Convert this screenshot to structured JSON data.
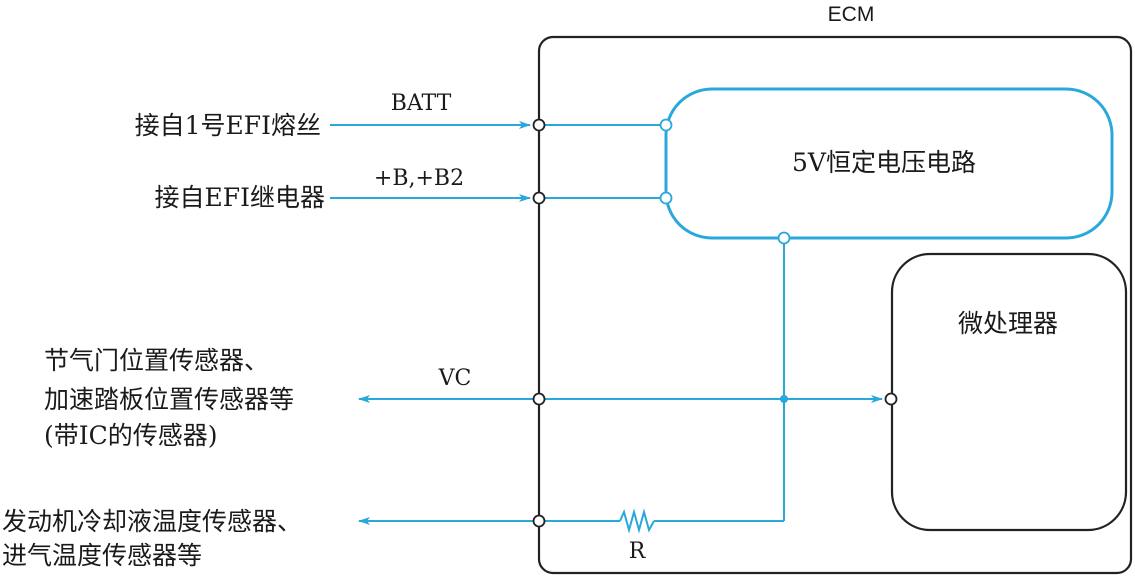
{
  "ecm": {
    "title": "ECM"
  },
  "blocks": {
    "regulator": "5V恒定电压电路",
    "cpu": "微处理器"
  },
  "inputs": {
    "batt": {
      "source": "接自1号EFI熔丝",
      "signal": "BATT"
    },
    "b": {
      "source": "接自EFI继电器",
      "signal": "+B,+B2"
    }
  },
  "outputs": {
    "vc": {
      "lines": [
        "节气门位置传感器、",
        "加速踏板位置传感器等",
        "(带IC的传感器)"
      ],
      "signal": "VC"
    },
    "r": {
      "lines": [
        "发动机冷却液温度传感器、",
        "进气温度传感器等"
      ],
      "signal": "R"
    }
  },
  "colors": {
    "ecm_border": "#222222",
    "regulator": "#2aa8dc",
    "wire": "#2aa8dc",
    "text": "#1a1a1a"
  }
}
